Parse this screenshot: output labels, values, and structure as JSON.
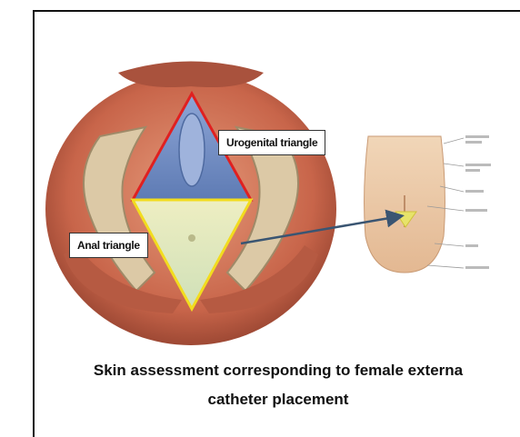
{
  "figure": {
    "labels": {
      "urogenital": "Urogenital triangle",
      "anal": "Anal triangle"
    },
    "caption": {
      "line1": "Skin assessment corresponding to female externa",
      "line2": "catheter placement"
    },
    "colors": {
      "urogenital_triangle_edge": "#e02020",
      "anal_triangle_edge": "#f2dc1e",
      "urogenital_fill": "#6d8cc4",
      "anal_fill": "#e4e6b0",
      "skin": "#c96b4f",
      "bone": "#d9c8a8",
      "pointer_arrow": "#3a5572"
    }
  }
}
